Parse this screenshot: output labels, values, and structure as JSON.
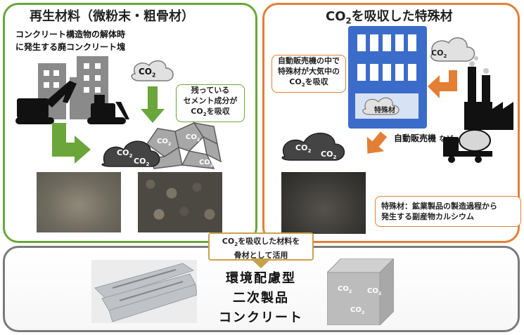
{
  "left": {
    "title": "再生材料（微粉末・粗骨材）",
    "caption_line1": "コンクリート構造物の解体時",
    "caption_line2": "に発生する廃コンクリート塊",
    "co2": "CO",
    "co2_sub": "2",
    "callout_line1": "残っている",
    "callout_line2": "セメント成分が",
    "callout_line3_main": "CO",
    "callout_line3_sub": "2",
    "callout_line3_tail": "を吸収"
  },
  "right": {
    "title_main": "CO",
    "title_sub": "2",
    "title_tail": "を吸収した特殊材",
    "callout_line1": "自動販売機の中で",
    "callout_line2": "特殊材が大気中の",
    "callout_line3_main": "CO",
    "callout_line3_sub": "2",
    "callout_line3_tail": "を吸収",
    "machine_label": "特殊材",
    "vending_label": "自動販売機",
    "vending_suffix": "など",
    "note_line1": "特殊材：鉱業製品の製造過程から",
    "note_line2": "発生する副産物カルシウム"
  },
  "middle": {
    "line1_main": "CO",
    "line1_sub": "2",
    "line1_tail": "を吸収した材料を",
    "line2": "骨材として活用"
  },
  "bottom": {
    "line1": "環境配慮型",
    "line2": "二次製品",
    "line3": "コンクリート"
  },
  "colors": {
    "green": "#6aa63a",
    "orange": "#e37f35",
    "gray": "#7b7b7b",
    "vending_blue": "#3c6cc9"
  }
}
